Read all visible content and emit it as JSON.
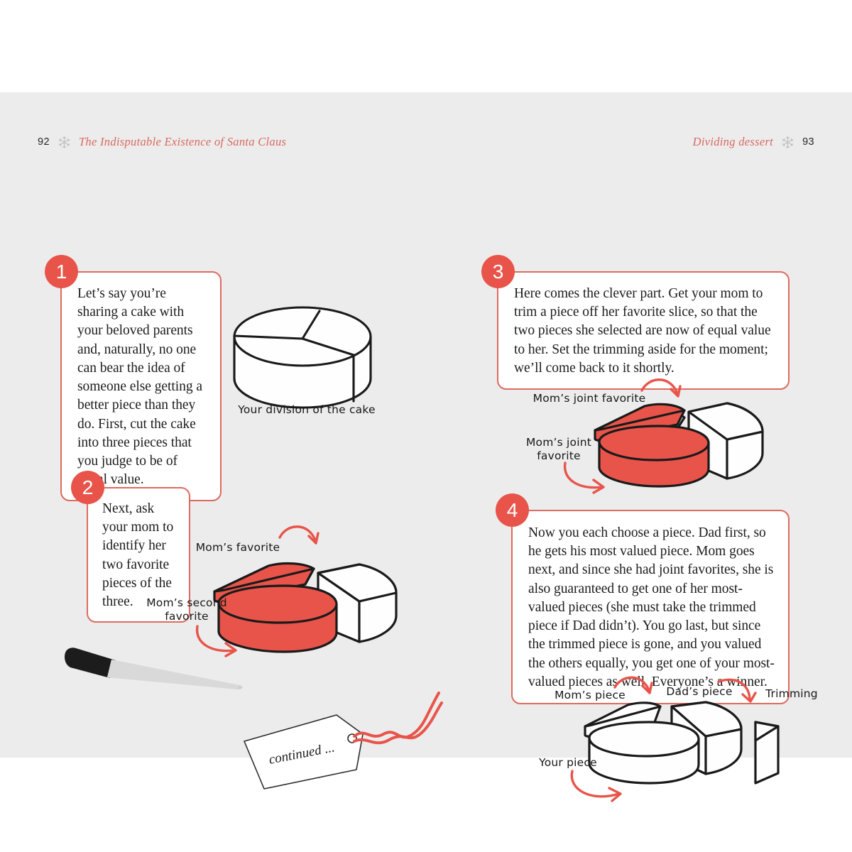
{
  "theme": {
    "accent_red": "#e8544a",
    "bubble_border": "#dd6b5f",
    "page_bg": "#ececec",
    "ink": "#1c1c1c",
    "runhead_red": "#d9685f"
  },
  "header": {
    "left": {
      "folio": "92",
      "title": "The Indisputable Existence of Santa Claus",
      "ornament": "snowflake-icon"
    },
    "right": {
      "folio": "93",
      "title": "Dividing dessert",
      "ornament": "snowflake-icon"
    }
  },
  "steps": [
    {
      "number": "1",
      "text": "Let’s say you’re sharing a cake with your beloved parents and, naturally, no one can bear the idea of someone else getting a better piece than they do. First, cut the cake into three pieces that you judge to be of equal value."
    },
    {
      "number": "2",
      "text": "Next, ask your mom to identify her two favorite pieces of the three."
    },
    {
      "number": "3",
      "text": "Here comes the clever part. Get your mom to trim a piece off her favorite slice, so that the two pieces she selected are now of equal value to her. Set the trimming aside for the moment; we’ll come back to it shortly."
    },
    {
      "number": "4",
      "text": "Now you each choose a piece. Dad first, so he gets his most valued piece. Mom goes next, and since she had joint favorites, she is also guaranteed to get one of her most-valued pieces (she must take the trimmed piece if Dad didn’t). You go last, but since the trimmed piece is gone, and you valued the others equally, you get one of your most-valued pieces as well. Everyone’s a winner."
    }
  ],
  "figures": {
    "fig1_caption": "Your division of the cake",
    "fig2_labels": {
      "top": "Mom’s favorite",
      "left": "Mom’s second\nfavorite"
    },
    "fig3_labels": {
      "top": "Mom’s joint favorite",
      "left": "Mom’s joint\nfavorite"
    },
    "fig4_labels": {
      "moms_piece": "Mom’s piece",
      "dads_piece": "Dad’s piece",
      "trimming": "Trimming",
      "your_piece": "Your piece"
    },
    "knife": "knife-illustration",
    "tag_text": "continued ..."
  }
}
